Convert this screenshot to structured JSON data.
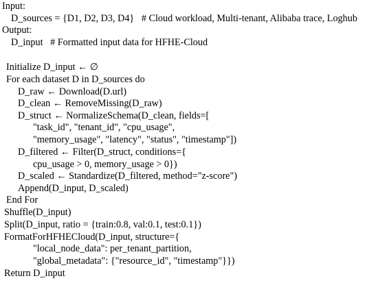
{
  "algorithm": {
    "lines": [
      {
        "text": "Input:",
        "indent": 3
      },
      {
        "text": "D_sources = {D1, D2, D3, D4}   # Cloud workload, Multi-tenant, Alibaba trace, Loghub",
        "indent": 16
      },
      {
        "text": "Output:",
        "indent": 3
      },
      {
        "text": "D_input   # Formatted input data for HFHE-Cloud",
        "indent": 16
      },
      {
        "text": "",
        "indent": 0
      },
      {
        "text": "Initialize D_input ← ∅",
        "indent": 9
      },
      {
        "text": "For each dataset D in D_sources do",
        "indent": 9
      },
      {
        "text": "D_raw ← Download(D.url)",
        "indent": 26
      },
      {
        "text": "D_clean ← RemoveMissing(D_raw)",
        "indent": 26
      },
      {
        "text": "D_struct ← NormalizeSchema(D_clean, fields=[",
        "indent": 26
      },
      {
        "text": "\"task_id\", \"tenant_id\", \"cpu_usage\",",
        "indent": 48
      },
      {
        "text": "\"memory_usage\", \"latency\", \"status\", \"timestamp\"])",
        "indent": 48
      },
      {
        "text": "D_filtered ← Filter(D_struct, conditions={",
        "indent": 26
      },
      {
        "text": "cpu_usage > 0, memory_usage > 0})",
        "indent": 48
      },
      {
        "text": "D_scaled ← Standardize(D_filtered, method=\"z-score\")",
        "indent": 26
      },
      {
        "text": "Append(D_input, D_scaled)",
        "indent": 26
      },
      {
        "text": "End For",
        "indent": 9
      },
      {
        "text": "Shuffle(D_input)",
        "indent": 6
      },
      {
        "text": "Split(D_input, ratio = {train:0.8, val:0.1, test:0.1})",
        "indent": 6
      },
      {
        "text": "FormatForHFHECloud(D_input, structure={",
        "indent": 6
      },
      {
        "text": "\"local_node_data\": per_tenant_partition,",
        "indent": 48
      },
      {
        "text": "\"global_metadata\": {\"resource_id\", \"timestamp\"}})",
        "indent": 48
      },
      {
        "text": "Return D_input",
        "indent": 6
      }
    ]
  }
}
